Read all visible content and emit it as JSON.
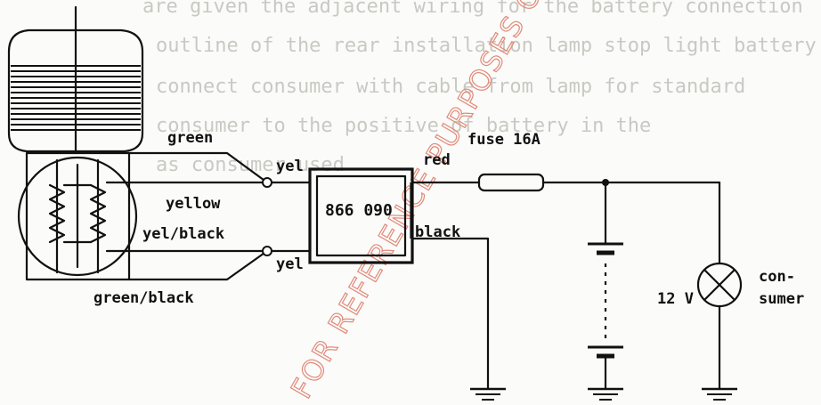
{
  "background_text_lines": [
    "are given the adjacent wiring for the battery connection",
    "outline of the rear installation lamp stop light battery",
    "connect consumer with cable from lamp for standard",
    "consumer to the positive of battery in the",
    "as consumer used"
  ],
  "watermark": "FOR REFERENCE PURPOSES ONLY. THIS IS",
  "labels": {
    "green": "green",
    "yellow": "yellow",
    "yel_black": "yel/black",
    "green_black": "green/black",
    "yel_top": "yel",
    "yel_bottom": "yel",
    "red": "red",
    "black": "black",
    "fuse": "fuse 16A",
    "box_code": "866 090",
    "voltage": "12 V",
    "consumer_line1": "con-",
    "consumer_line2": "sumer"
  },
  "colors": {
    "line": "#111111",
    "watermark": "#e08a7a",
    "faint_text": "#c9c9c4"
  }
}
